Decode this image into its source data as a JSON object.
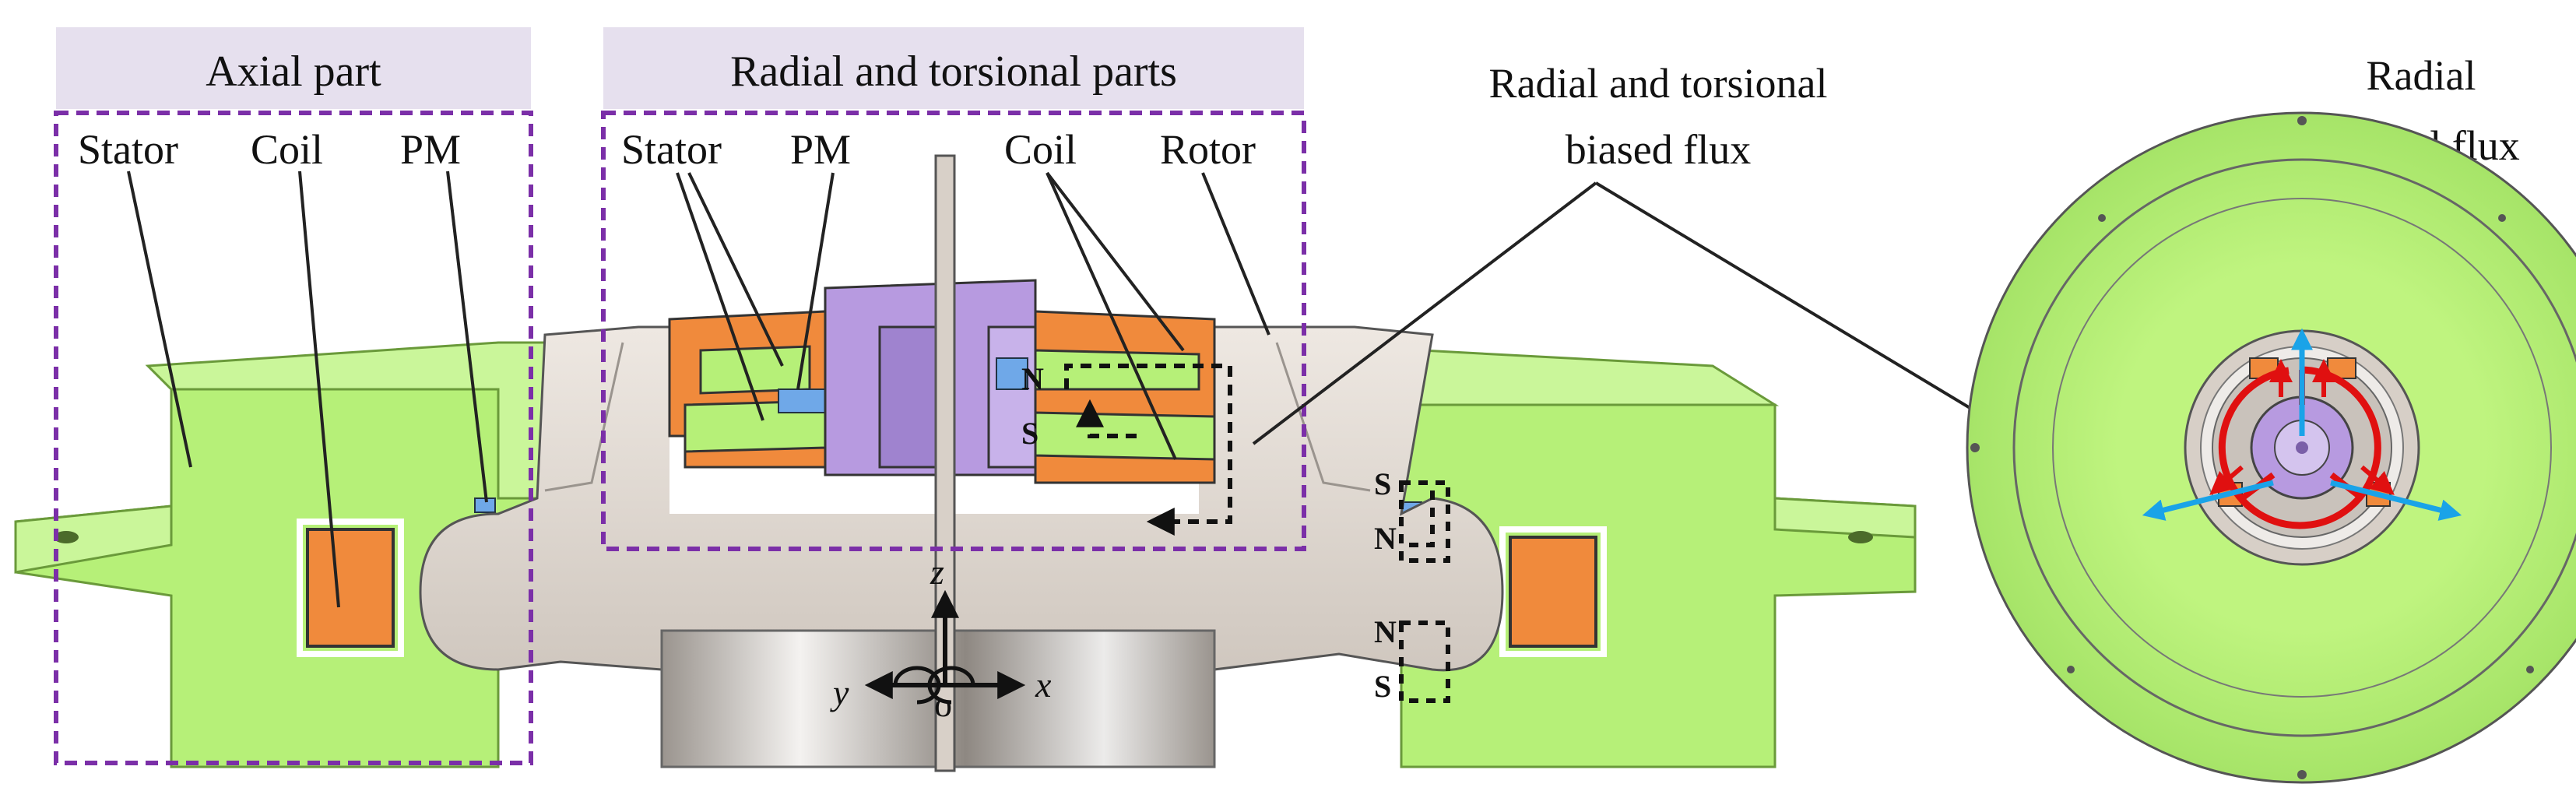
{
  "colors": {
    "stator": "#b6f078",
    "stator_dark": "#8fcf55",
    "coil": "#f08a3c",
    "pm": "#6fa8e8",
    "rotor": "#d8d0c8",
    "shaft_hub": "#b79ae0",
    "frame": "#7b2fa8",
    "header_bg": "#e6e0ee",
    "flux_red": "#e01010",
    "flux_blue": "#1aa3e8"
  },
  "headers": {
    "axial": "Axial part",
    "radial_torsional": "Radial and torsional parts"
  },
  "labels": {
    "stator_left": "Stator",
    "coil_left": "Coil",
    "pm_left": "PM",
    "stator_mid": "Stator",
    "pm_mid": "PM",
    "coil_mid": "Coil",
    "rotor": "Rotor",
    "biased_flux_line1": "Radial and torsional",
    "biased_flux_line2": "biased flux",
    "control_flux_line1": "Radial",
    "control_flux_line2": "control flux"
  },
  "axes": {
    "z": "z",
    "y": "y",
    "x": "x",
    "origin": "o"
  },
  "poles": {
    "inner_n": "N",
    "inner_s": "S",
    "right_top_s": "S",
    "right_top_n": "N",
    "right_bot_n": "N",
    "right_bot_s": "S"
  }
}
